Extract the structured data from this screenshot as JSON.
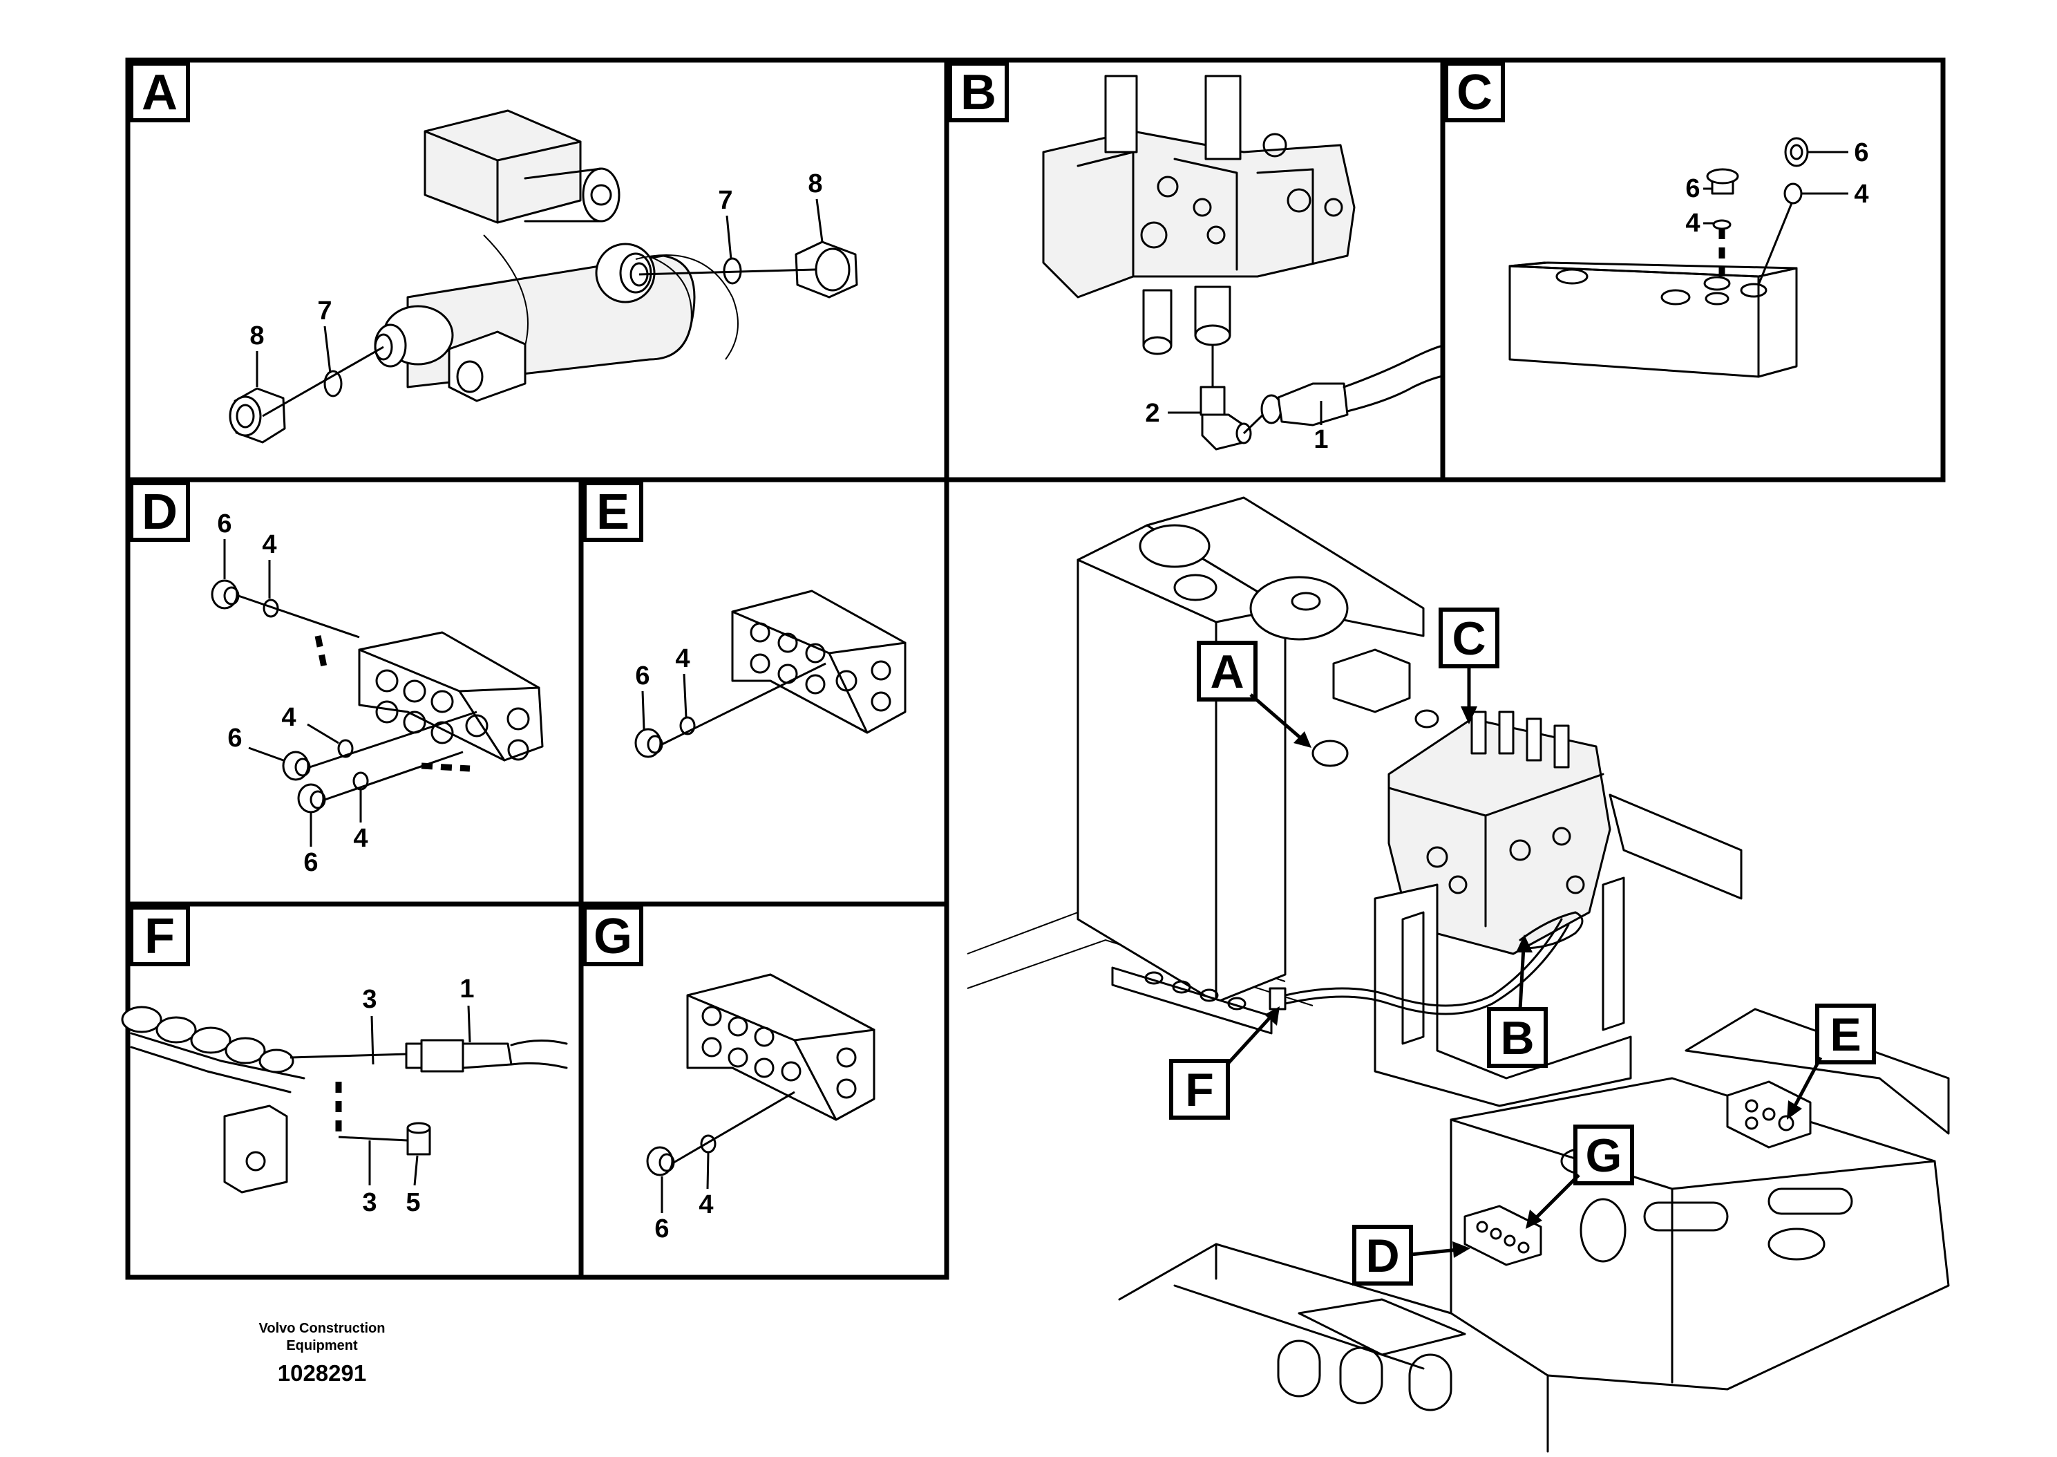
{
  "panels": {
    "A": {
      "tag": "A",
      "parts": {
        "n8a": "8",
        "n7a": "7",
        "n7b": "7",
        "n8b": "8"
      }
    },
    "B": {
      "tag": "B",
      "parts": {
        "n2": "2",
        "n1": "1"
      }
    },
    "C": {
      "tag": "C",
      "parts": {
        "n6a": "6",
        "n4a": "4",
        "n6b": "6",
        "n4b": "4"
      }
    },
    "D": {
      "tag": "D",
      "parts": {
        "n6a": "6",
        "n4a": "4",
        "n4b": "4",
        "n6b": "6",
        "n4c": "4",
        "n6c": "6"
      }
    },
    "E": {
      "tag": "E",
      "parts": {
        "n6": "6",
        "n4": "4"
      }
    },
    "F": {
      "tag": "F",
      "parts": {
        "n3a": "3",
        "n1": "1",
        "n3b": "3",
        "n5": "5"
      }
    },
    "G": {
      "tag": "G",
      "parts": {
        "n6": "6",
        "n4": "4"
      }
    }
  },
  "overview": {
    "callouts": {
      "A": "A",
      "B": "B",
      "C": "C",
      "D": "D",
      "E": "E",
      "F": "F",
      "G": "G"
    }
  },
  "footer": {
    "company_line1": "Volvo Construction",
    "company_line2": "Equipment",
    "drawing_number": "1028291"
  }
}
